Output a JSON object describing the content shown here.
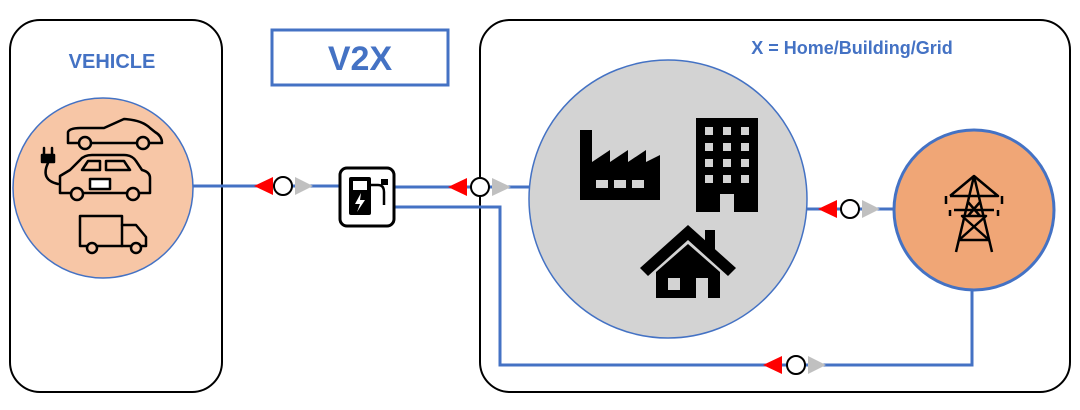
{
  "labels": {
    "vehicle": "VEHICLE",
    "v2x": "V2X",
    "x_definition": "X = Home/Building/Grid"
  },
  "icons": {
    "vehicle_group": [
      "convertible-car-icon",
      "electric-car-icon",
      "truck-icon"
    ],
    "charger": "ev-charger-icon",
    "consumers": [
      "factory-icon",
      "office-building-icon",
      "house-icon"
    ],
    "grid": "transmission-tower-icon"
  },
  "colors": {
    "line": "#4472c4",
    "label": "#4472c4",
    "vehicle_fill": "#f7c6a6",
    "consumer_fill": "#d3d3d3",
    "grid_fill": "#f0a676",
    "arrow_red": "#ff0000",
    "arrow_gray": "#c0c0c0"
  }
}
